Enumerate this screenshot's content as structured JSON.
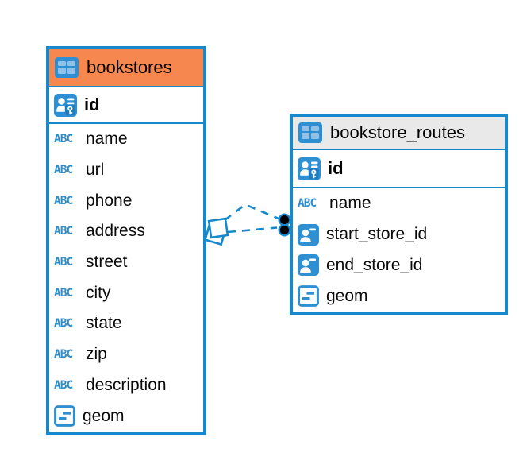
{
  "diagram": {
    "kind": "entity-relationship",
    "background": "#ffffff"
  },
  "colors": {
    "table_border_blue": "#1589cb",
    "icon_blue": "#2f8fd3",
    "icon_blue_light": "#8fc1e9",
    "bookstores_header_orange": "#f6874e",
    "routes_header_gray": "#e9e9e9",
    "relationship_blue": "#1589cb",
    "relationship_dot": "#000000",
    "text": "#000000"
  },
  "icons": {
    "text_type_glyph": "ABC"
  },
  "tables": [
    {
      "name": "bookstores",
      "primary_key": {
        "label": "id"
      },
      "columns": [
        {
          "label": "name",
          "type": "text"
        },
        {
          "label": "url",
          "type": "text"
        },
        {
          "label": "phone",
          "type": "text"
        },
        {
          "label": "address",
          "type": "text"
        },
        {
          "label": "street",
          "type": "text"
        },
        {
          "label": "city",
          "type": "text"
        },
        {
          "label": "state",
          "type": "text"
        },
        {
          "label": "zip",
          "type": "text"
        },
        {
          "label": "description",
          "type": "text"
        },
        {
          "label": "geom",
          "type": "geometry"
        }
      ]
    },
    {
      "name": "bookstore_routes",
      "primary_key": {
        "label": "id"
      },
      "columns": [
        {
          "label": "name",
          "type": "text"
        },
        {
          "label": "start_store_id",
          "type": "foreign_key"
        },
        {
          "label": "end_store_id",
          "type": "foreign_key"
        },
        {
          "label": "geom",
          "type": "geometry"
        }
      ]
    }
  ],
  "relationships": [
    {
      "from": "bookstores",
      "to": "bookstore_routes",
      "style": "dashed"
    },
    {
      "from": "bookstores",
      "to": "bookstore_routes",
      "style": "dashed"
    }
  ]
}
